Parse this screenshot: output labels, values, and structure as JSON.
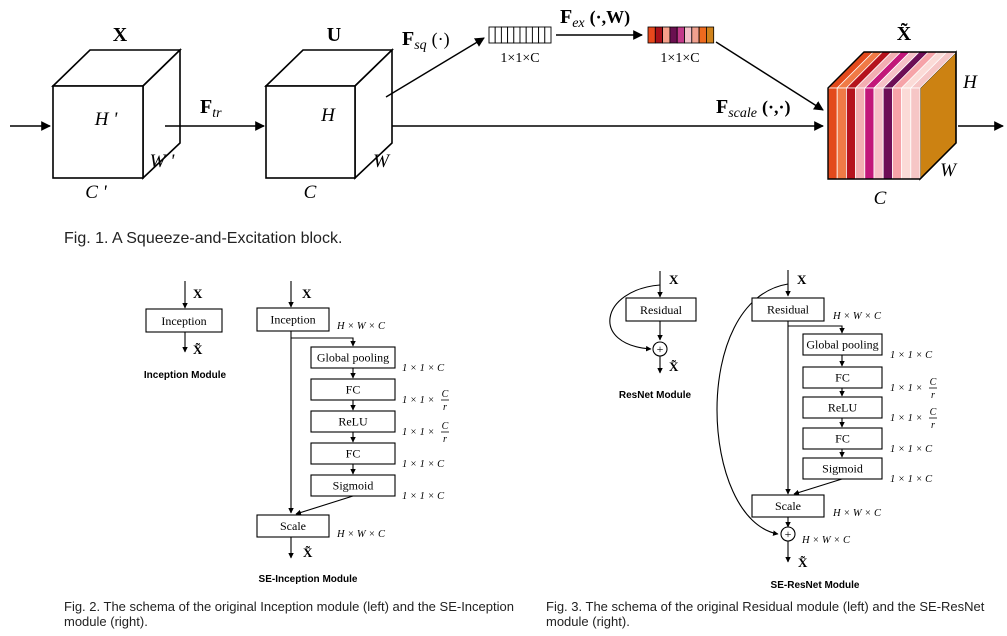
{
  "fig1": {
    "caption": "Fig. 1. A Squeeze-and-Excitation block.",
    "x_label": "X",
    "u_label": "U",
    "xt_label": "X̃",
    "h_prime": "H '",
    "w_prime": "W '",
    "c_prime": "C '",
    "h": "H",
    "w": "W",
    "c": "C",
    "ftr": {
      "main": "F",
      "sub": "tr"
    },
    "fsq": {
      "main": "F",
      "sub": "sq",
      "arg": "(·)"
    },
    "fex": {
      "main": "F",
      "sub": "ex",
      "arg": "(·,W)"
    },
    "fscale": {
      "main": "F",
      "sub": "scale",
      "arg": "(·,·)"
    },
    "dim_sq": "1×1×C",
    "dim_ex": "1×1×C",
    "out_h": "H",
    "out_w": "W",
    "out_c": "C",
    "ex_colors": [
      "#e8481c",
      "#a8111a",
      "#f5a08a",
      "#6a1050",
      "#c23a8a",
      "#f3c1c8",
      "#f0a08e",
      "#ee6a1e",
      "#d0831c"
    ],
    "out_colors": [
      "#e34a1c",
      "#f07a46",
      "#b5131d",
      "#f3aeb2",
      "#c2177a",
      "#f7c1c8",
      "#6d0e56",
      "#f6a3a8",
      "#fbdbd7",
      "#f6c6c6"
    ],
    "out_side_color": "#cc8212",
    "out_top_color": "#f08b2a"
  },
  "fig2": {
    "left": {
      "x_label": "X",
      "box": "Inception",
      "out_label": "X̃",
      "title": "Inception Module"
    },
    "right": {
      "x_label": "X",
      "boxes": [
        "Inception",
        "Global pooling",
        "FC",
        "ReLU",
        "FC",
        "Sigmoid",
        "Scale"
      ],
      "dims": [
        "H × W × C",
        "1 × 1 × C",
        "1 × 1 × C/r",
        "1 × 1 × C/r",
        "1 × 1 × C",
        "1 × 1 × C",
        "H × W × C"
      ],
      "out_label": "X̃",
      "title": "SE-Inception Module"
    },
    "caption": "Fig. 2. The schema of the original Inception module (left) and the SE-Inception module (right)."
  },
  "fig3": {
    "left": {
      "x_label": "X",
      "box": "Residual",
      "plus": "+",
      "out_label": "X̃",
      "title": "ResNet Module"
    },
    "right": {
      "x_label": "X",
      "boxes": [
        "Residual",
        "Global pooling",
        "FC",
        "ReLU",
        "FC",
        "Sigmoid",
        "Scale"
      ],
      "dims": [
        "H × W × C",
        "1 × 1 × C",
        "1 × 1 × C/r",
        "1 × 1 × C/r",
        "1 × 1 × C",
        "1 × 1 × C",
        "H × W × C",
        "H × W × C"
      ],
      "plus": "+",
      "out_label": "X̃",
      "title": "SE-ResNet Module"
    },
    "caption": "Fig. 3. The schema of the original Residual module (left) and the SE-ResNet module (right)."
  }
}
